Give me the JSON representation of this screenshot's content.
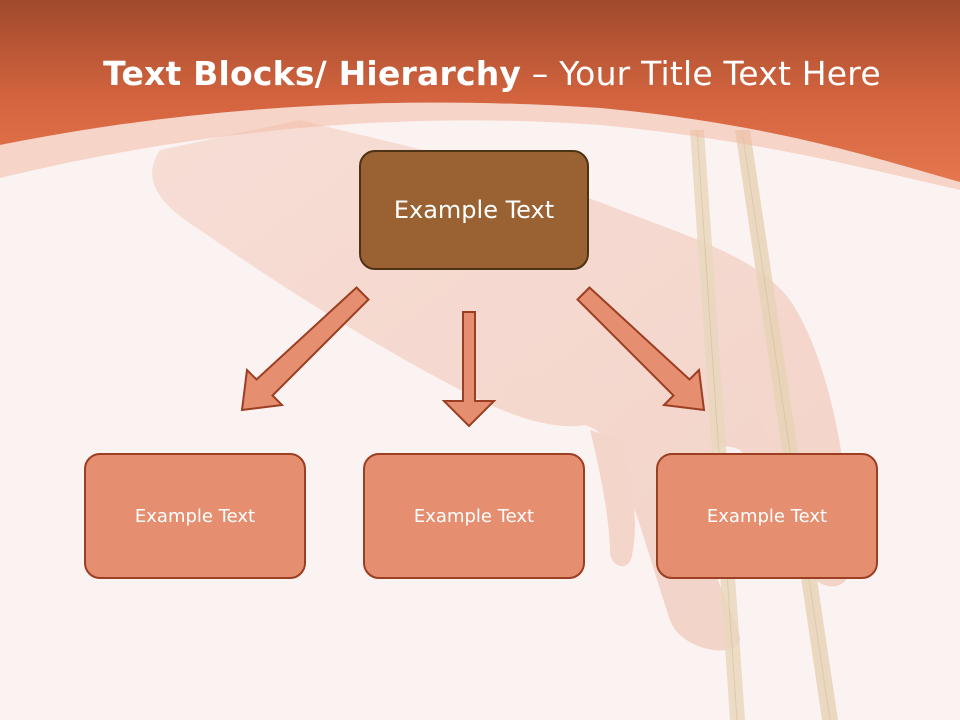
{
  "slide": {
    "title_bold": "Text Blocks/ Hierarchy",
    "title_dash": " – ",
    "title_rest": "Your Title Text Here"
  },
  "hierarchy": {
    "root": {
      "label": "Example Text"
    },
    "children": [
      {
        "label": "Example Text"
      },
      {
        "label": "Example Text"
      },
      {
        "label": "Example Text"
      }
    ]
  },
  "colors": {
    "header_orange": "#e0704a",
    "root_fill": "#9a6232",
    "child_fill": "#e58f70",
    "arrow_fill": "#e58f70",
    "background": "#fbf3f2"
  }
}
